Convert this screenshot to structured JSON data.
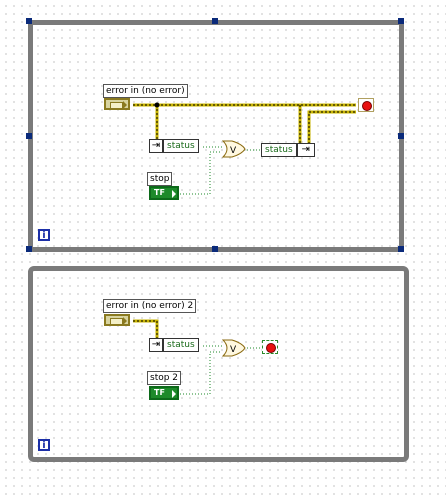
{
  "loop1": {
    "error_in_label": "error in (no error)",
    "status_unbundle_label": "status",
    "stop_label": "stop",
    "status_bundle_label": "status",
    "iteration_glyph": "i",
    "cluster_icon": "error-cluster-icon",
    "bool_text": "TF",
    "or_symbol": "V"
  },
  "loop2": {
    "error_in_label": "error in (no error) 2",
    "status_unbundle_label": "status",
    "stop_label": "stop 2",
    "iteration_glyph": "i",
    "cluster_icon": "error-cluster-icon",
    "bool_text": "TF",
    "or_symbol": "V"
  },
  "colors": {
    "error_wire": "#c8b400",
    "bool_wire": "#1d8a2a",
    "loop_border": "#7a7a7a",
    "stop_red": "#e81010"
  }
}
